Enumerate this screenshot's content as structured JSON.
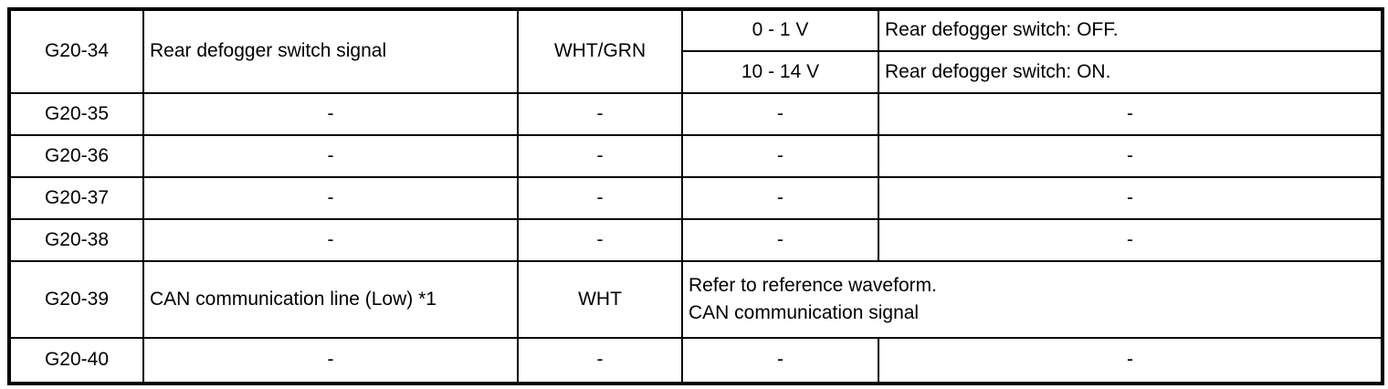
{
  "table": {
    "rows": [
      {
        "terminal": "G20-34",
        "signal": "Rear defogger switch signal",
        "wire_color": "WHT/GRN",
        "sub": [
          {
            "voltage": "0 - 1 V",
            "condition": "Rear defogger switch: OFF."
          },
          {
            "voltage": "10 - 14 V",
            "condition": "Rear defogger switch: ON."
          }
        ]
      },
      {
        "terminal": "G20-35",
        "signal": "-",
        "wire_color": "-",
        "voltage": "-",
        "condition": "-"
      },
      {
        "terminal": "G20-36",
        "signal": "-",
        "wire_color": "-",
        "voltage": "-",
        "condition": "-"
      },
      {
        "terminal": "G20-37",
        "signal": "-",
        "wire_color": "-",
        "voltage": "-",
        "condition": "-"
      },
      {
        "terminal": "G20-38",
        "signal": "-",
        "wire_color": "-",
        "voltage": "-",
        "condition": "-"
      },
      {
        "terminal": "G20-39",
        "signal": "CAN communication line (Low) *1",
        "wire_color": "WHT",
        "note": [
          "Refer to reference waveform.",
          "CAN communication signal"
        ]
      },
      {
        "terminal": "G20-40",
        "signal": "-",
        "wire_color": "-",
        "voltage": "-",
        "condition": "-"
      }
    ]
  },
  "colors": {
    "border": "#000000",
    "text": "#000000",
    "background": "#ffffff"
  }
}
